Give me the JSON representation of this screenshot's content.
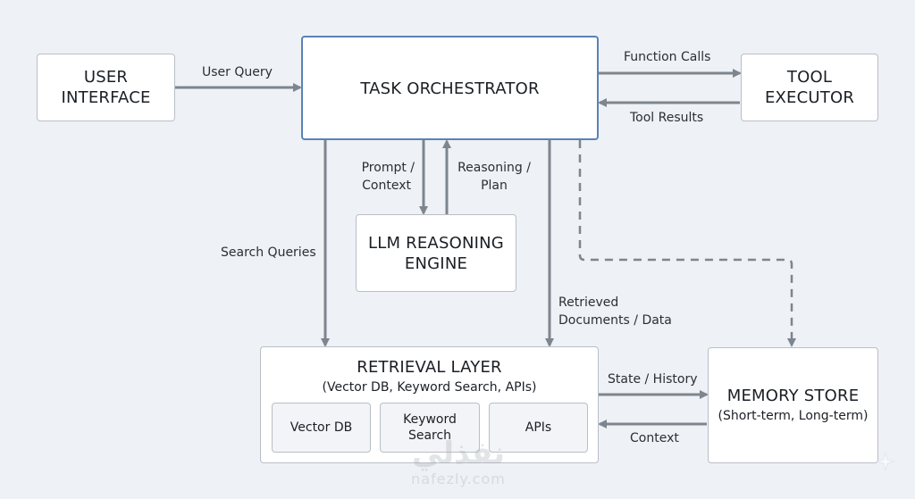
{
  "nodes": {
    "user_interface": {
      "title_line1": "USER",
      "title_line2": "INTERFACE"
    },
    "task_orchestrator": {
      "title": "TASK ORCHESTRATOR"
    },
    "tool_executor": {
      "title_line1": "TOOL",
      "title_line2": "EXECUTOR"
    },
    "llm_engine": {
      "title_line1": "LLM REASONING",
      "title_line2": "ENGINE"
    },
    "retrieval_layer": {
      "title": "RETRIEVAL LAYER",
      "subtitle": "(Vector DB, Keyword Search, APIs)",
      "components": [
        "Vector DB",
        "Keyword\nSearch",
        "APIs"
      ]
    },
    "memory_store": {
      "title": "MEMORY STORE",
      "subtitle": "(Short-term, Long-term)"
    }
  },
  "edges": {
    "user_query": "User Query",
    "function_calls": "Function Calls",
    "tool_results": "Tool Results",
    "prompt_context_1": "Prompt /",
    "prompt_context_2": "Context",
    "reasoning_plan_1": "Reasoning /",
    "reasoning_plan_2": "Plan",
    "search_queries": "Search Queries",
    "retrieved_1": "Retrieved",
    "retrieved_2": "Documents / Data",
    "state_history": "State / History",
    "context": "Context"
  },
  "watermark": {
    "brand_arabic": "نفذلي",
    "brand_latin": "nafezly.com"
  },
  "colors": {
    "background": "#eef1f5",
    "arrow": "#7d858f",
    "accent_border": "#5a82b8"
  }
}
